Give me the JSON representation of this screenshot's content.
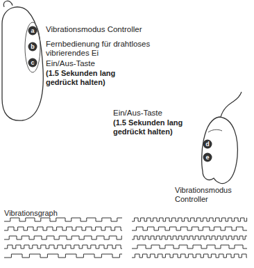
{
  "diagram": {
    "labels": [
      "a",
      "Vibrationsmodus Controller",
      "b",
      "Fernbedienung für drahtloses vibrierendes Ei",
      "c",
      "Ein/Aus-Taste",
      "(1.5 Sekunden lang gedrückt halten)",
      "Ein/Aus-Taste",
      "(1.5 Sekunden lang gedrückt halten)",
      "d",
      "e",
      "Vibrationsmodus Controller",
      "Vibrationsgraph"
    ]
  }
}
